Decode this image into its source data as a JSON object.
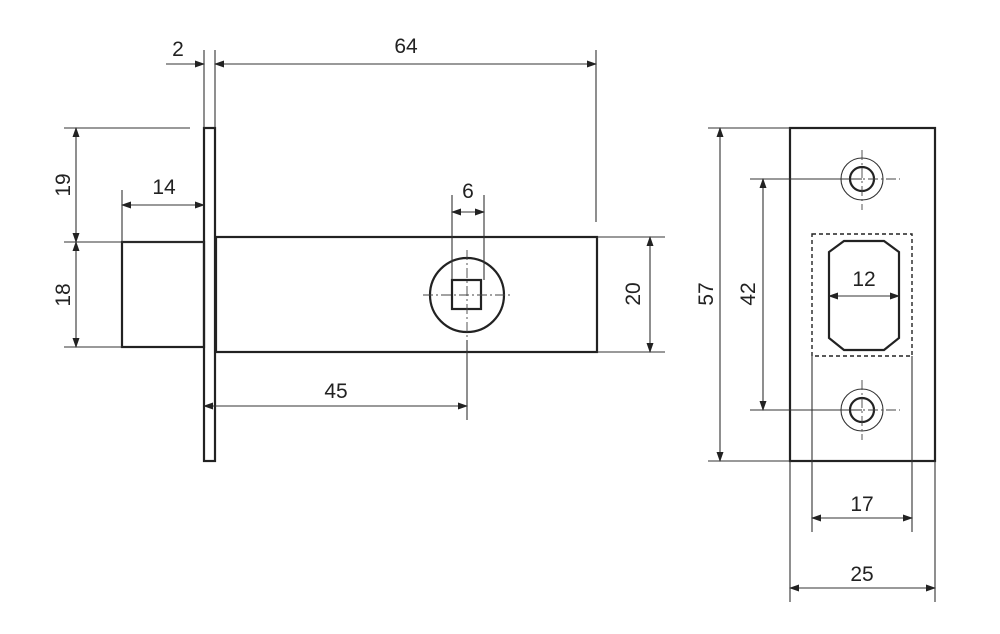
{
  "dimensions": {
    "plate_thickness": "2",
    "backset_total": "64",
    "plate_upper_offset": "19",
    "bolt_projection": "14",
    "spindle_square": "6",
    "bolt_height": "18",
    "case_height": "20",
    "backset_center": "45",
    "strike_height": "57",
    "screw_spacing": "42",
    "opening_width": "12",
    "recess_width": "17",
    "strike_width": "25"
  },
  "colors": {
    "line": "#222222",
    "background": "#ffffff"
  }
}
